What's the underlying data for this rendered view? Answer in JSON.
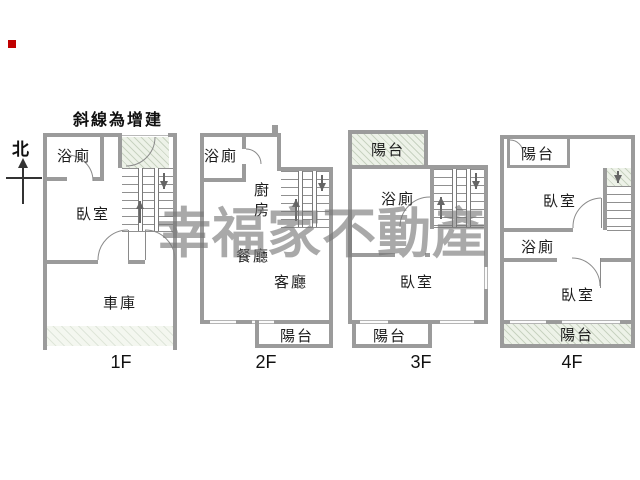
{
  "annotation": {
    "hatch_note": "斜線為增建",
    "north_label": "北"
  },
  "watermark": {
    "text": "幸福家不動產",
    "color": "#767676"
  },
  "floors": {
    "f1": {
      "label": "1F",
      "rooms": {
        "bath": "浴廁",
        "bedroom": "臥室",
        "garage": "車庫"
      }
    },
    "f2": {
      "label": "2F",
      "rooms": {
        "bath": "浴廁",
        "kitchen": "廚房",
        "dining": "餐廳",
        "living": "客廳",
        "balcony": "陽台"
      }
    },
    "f3": {
      "label": "3F",
      "rooms": {
        "balcony_top": "陽台",
        "bath": "浴廁",
        "bedroom": "臥室",
        "balcony_bottom": "陽台"
      }
    },
    "f4": {
      "label": "4F",
      "rooms": {
        "balcony_top": "陽台",
        "bedroom_top": "臥室",
        "bath": "浴廁",
        "bedroom_bottom": "臥室",
        "balcony_bottom": "陽台"
      }
    }
  },
  "icons": {
    "north": "north-arrow-icon",
    "stair_up": "stair-up-arrow-icon",
    "stair_down": "stair-down-arrow-icon",
    "marker": "red-square-marker"
  },
  "colors": {
    "wall": "#9b9b9b",
    "hatch_fill": "#edf2e8",
    "watermark": "#767676",
    "marker_red": "#c00000"
  }
}
